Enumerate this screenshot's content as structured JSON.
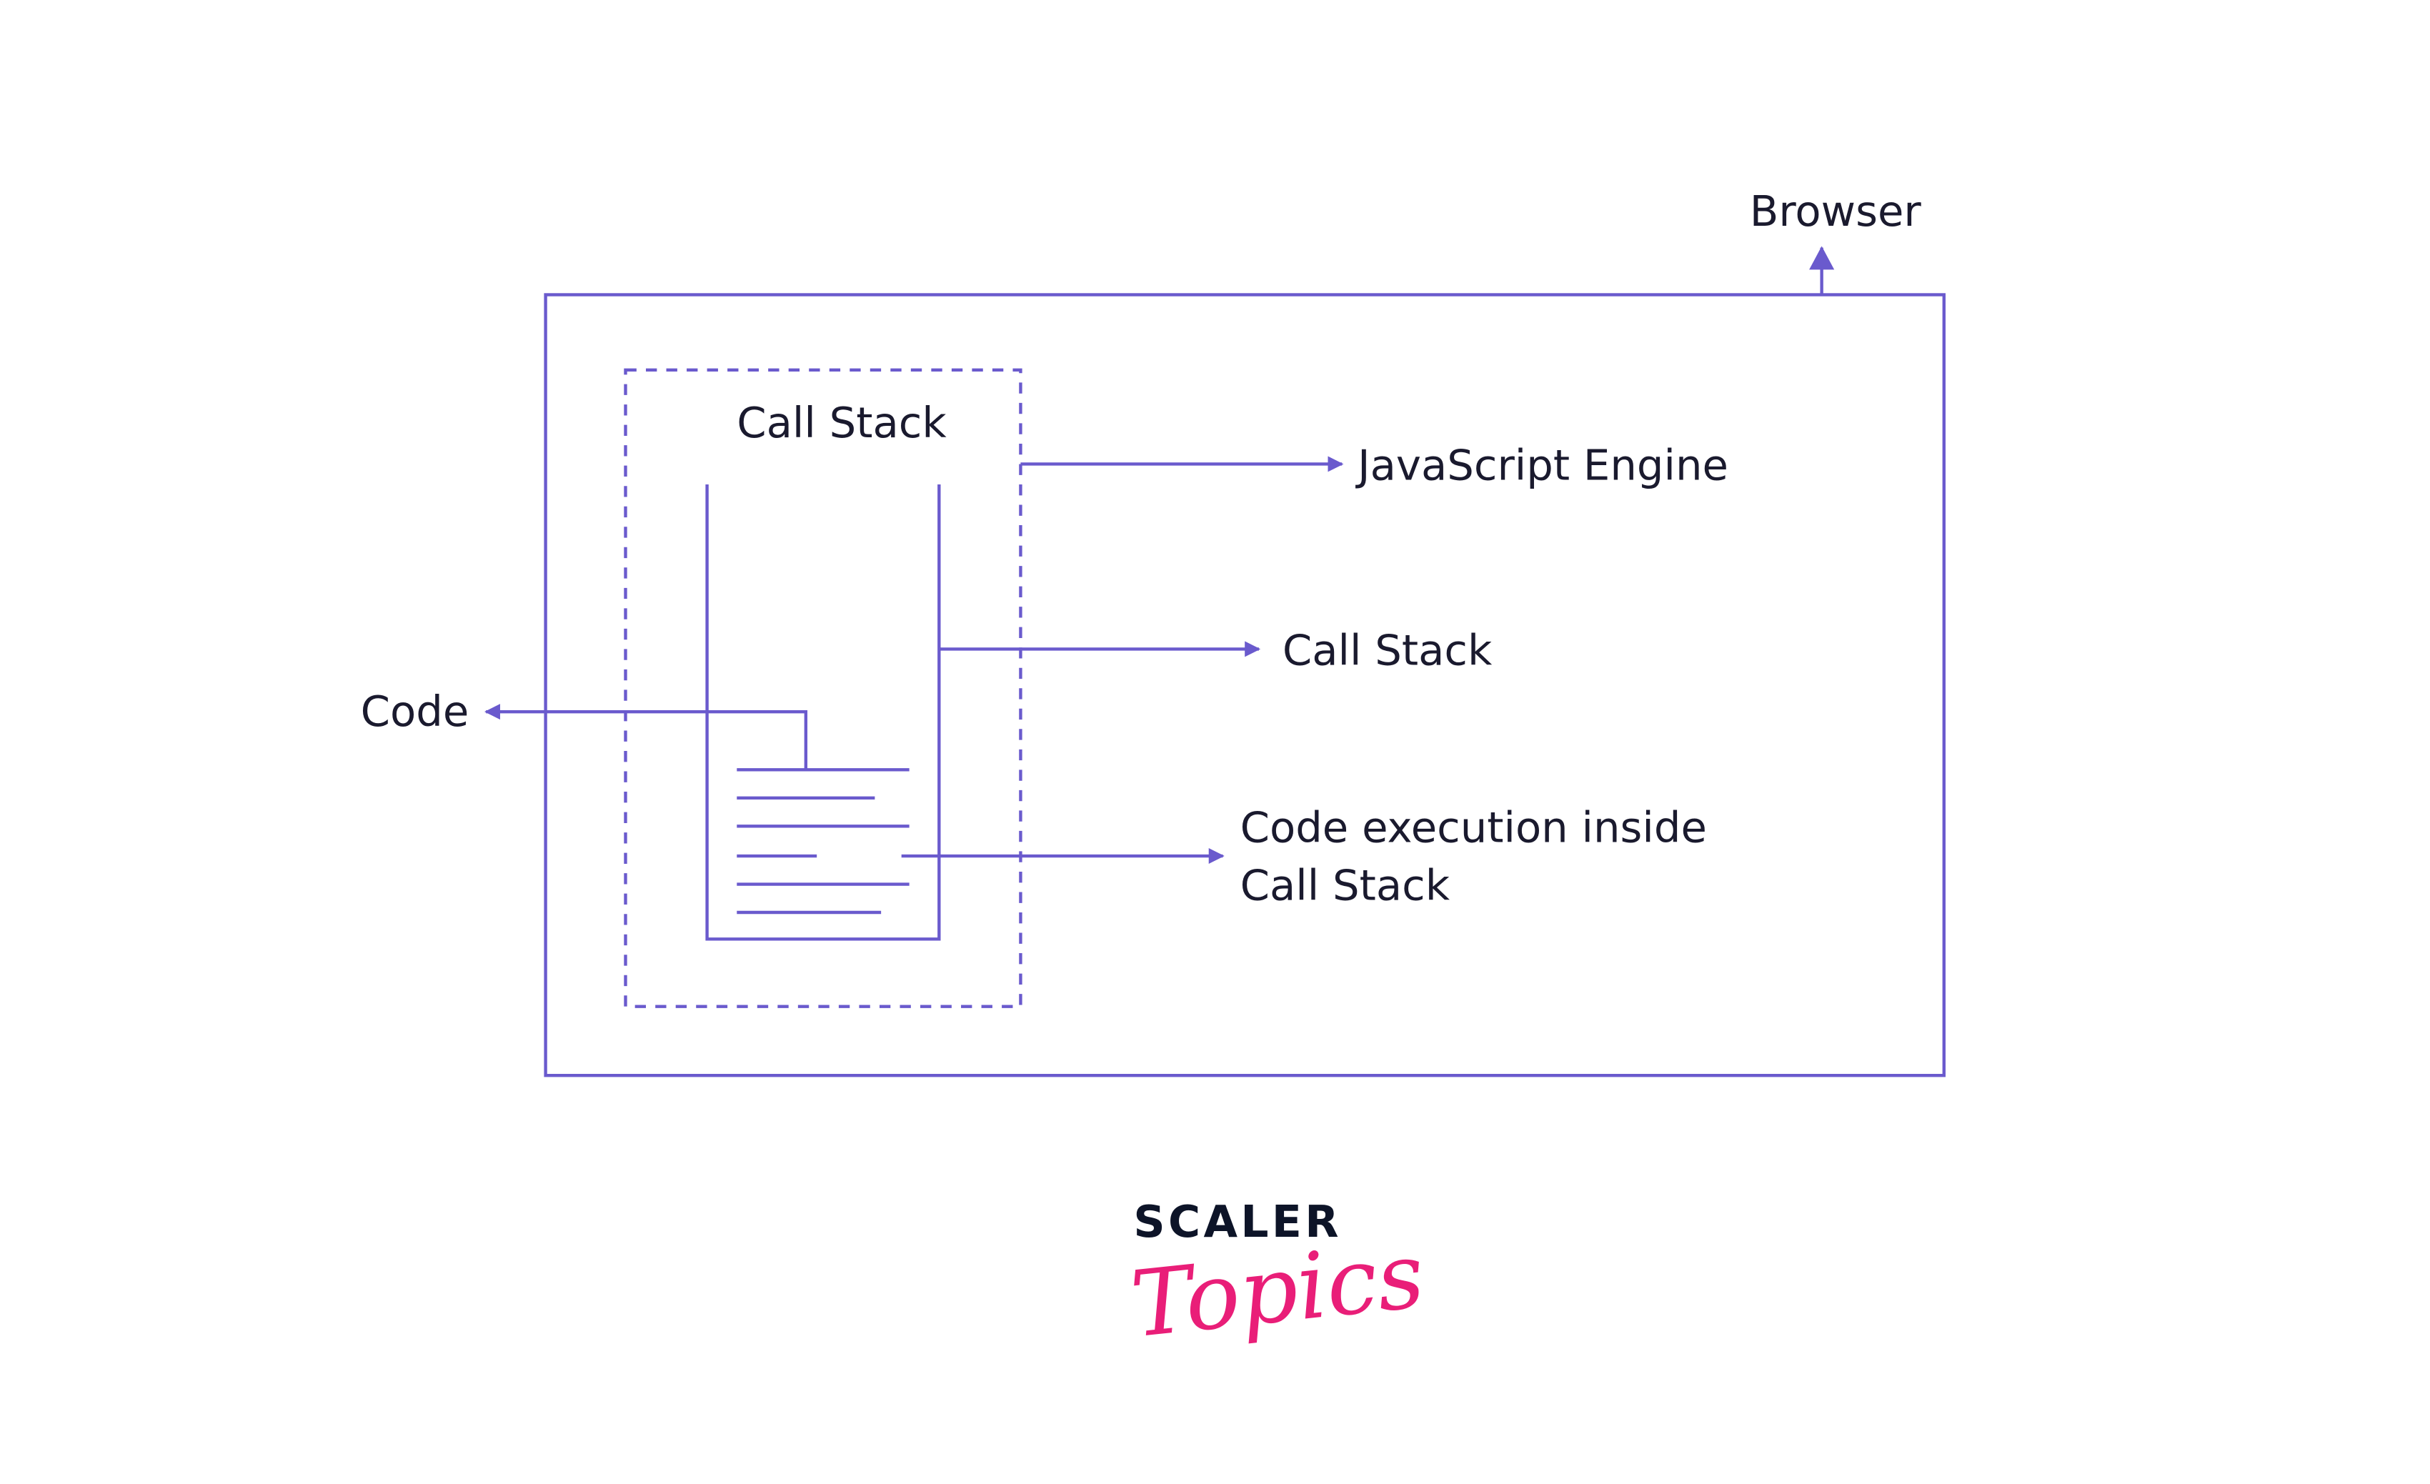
{
  "diagram": {
    "labels": {
      "browser": "Browser",
      "call_stack_title": "Call Stack",
      "javascript_engine": "JavaScript Engine",
      "call_stack": "Call Stack",
      "code": "Code",
      "code_execution_line1": "Code execution inside",
      "code_execution_line2": "Call Stack"
    },
    "colors": {
      "line": "#6a5acd",
      "text": "#1a1a2e"
    }
  },
  "logo": {
    "line1": "SCALER",
    "line2": "Topics",
    "colors": {
      "primary": "#0d1428",
      "accent": "#e91e78"
    }
  }
}
